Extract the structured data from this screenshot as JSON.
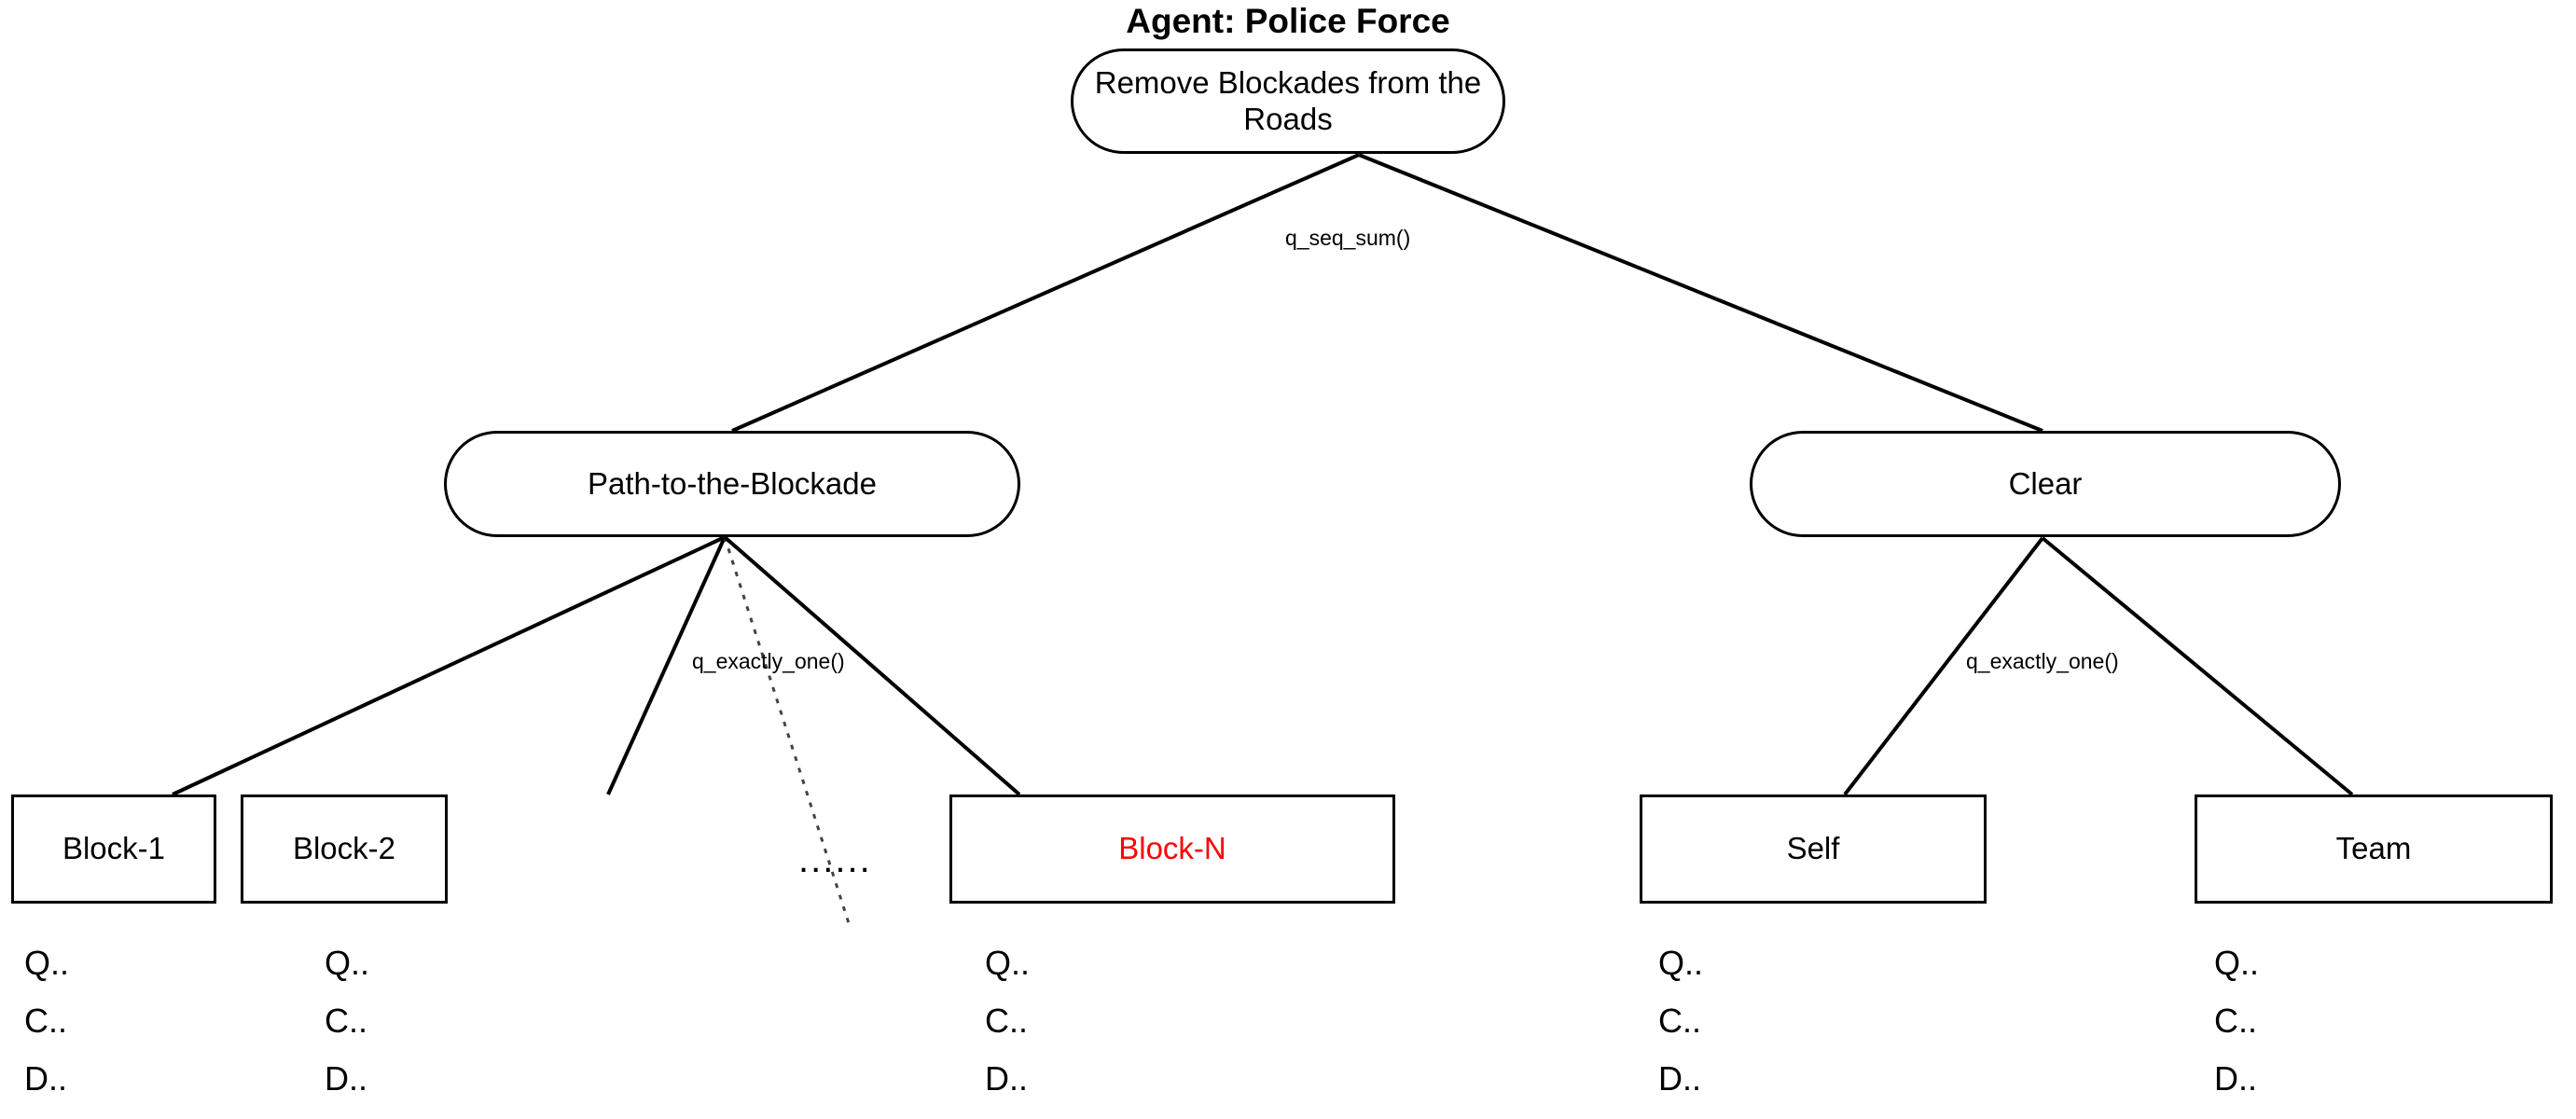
{
  "diagram": {
    "title": "Agent: Police Force",
    "type": "behavior-tree",
    "root": {
      "id": "root",
      "label": "Remove Blockades from the\nRoads",
      "shape": "rounded",
      "color": "#000000"
    },
    "edge_labels": {
      "root_decomposition": "q_seq_sum()",
      "path_decomposition": "q_exactly_one()",
      "clear_decomposition": "q_exactly_one()"
    },
    "mid_nodes": [
      {
        "id": "path",
        "label": "Path-to-the-Blockade",
        "shape": "rounded",
        "color": "#000000"
      },
      {
        "id": "clear",
        "label": "Clear",
        "shape": "rounded",
        "color": "#000000"
      }
    ],
    "leaf_nodes": [
      {
        "id": "block-1",
        "label": "Block-1",
        "shape": "rect",
        "color": "#000000",
        "parent": "path"
      },
      {
        "id": "block-2",
        "label": "Block-2",
        "shape": "rect",
        "color": "#000000",
        "parent": "path"
      },
      {
        "id": "block-n",
        "label": "Block-N",
        "shape": "rect",
        "color": "#ff0000",
        "parent": "path"
      },
      {
        "id": "self",
        "label": "Self",
        "shape": "rect",
        "color": "#000000",
        "parent": "clear"
      },
      {
        "id": "team",
        "label": "Team",
        "shape": "rect",
        "color": "#000000",
        "parent": "clear"
      }
    ],
    "ellipsis": "......",
    "annotations": [
      {
        "for": "block-1",
        "lines": [
          "Q..",
          "C..",
          "D.."
        ]
      },
      {
        "for": "block-2",
        "lines": [
          "Q..",
          "C..",
          "D.."
        ]
      },
      {
        "for": "block-n",
        "lines": [
          "Q..",
          "C..",
          "D.."
        ]
      },
      {
        "for": "self",
        "lines": [
          "Q..",
          "C..",
          "D.."
        ]
      },
      {
        "for": "team",
        "lines": [
          "Q..",
          "C..",
          "D.."
        ]
      }
    ],
    "colors": {
      "stroke": "#000000",
      "background": "#ffffff",
      "highlight": "#ff0000"
    }
  }
}
